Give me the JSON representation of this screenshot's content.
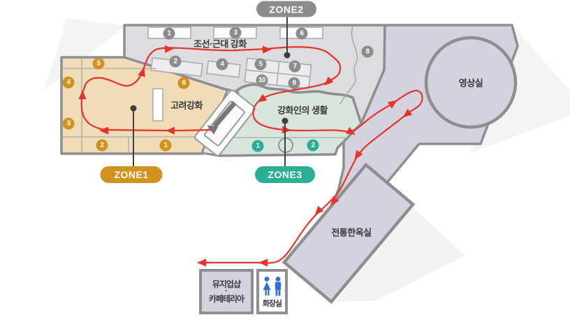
{
  "zone_labels": {
    "zone1": "ZONE1",
    "zone2": "ZONE2",
    "zone3": "ZONE3"
  },
  "rooms": {
    "zone2_hall": "조선·근대 강화",
    "zone1_hall": "고려강화",
    "zone3_hall": "강화인의 생활",
    "video_room": "영상실",
    "hanok_room": "전통한옥실",
    "shop_line1": "뮤지업샵",
    "shop_dot": "·",
    "shop_line2": "카페테리아",
    "restroom": "화장실"
  },
  "markers": {
    "zone2": [
      "1",
      "3",
      "6",
      "2",
      "4",
      "5",
      "7",
      "10",
      "9",
      "8"
    ],
    "zone1": [
      "5",
      "4",
      "3",
      "2",
      "1",
      "6"
    ],
    "zone3": [
      "1",
      "2"
    ]
  },
  "colors": {
    "zone1_accent": "#d2921e",
    "zone2_accent": "#8c8c8e",
    "zone3_accent": "#2bae93",
    "route": "#e8332a",
    "restroom_icon": "#2e6fd2",
    "wall": "#8e8e90"
  }
}
